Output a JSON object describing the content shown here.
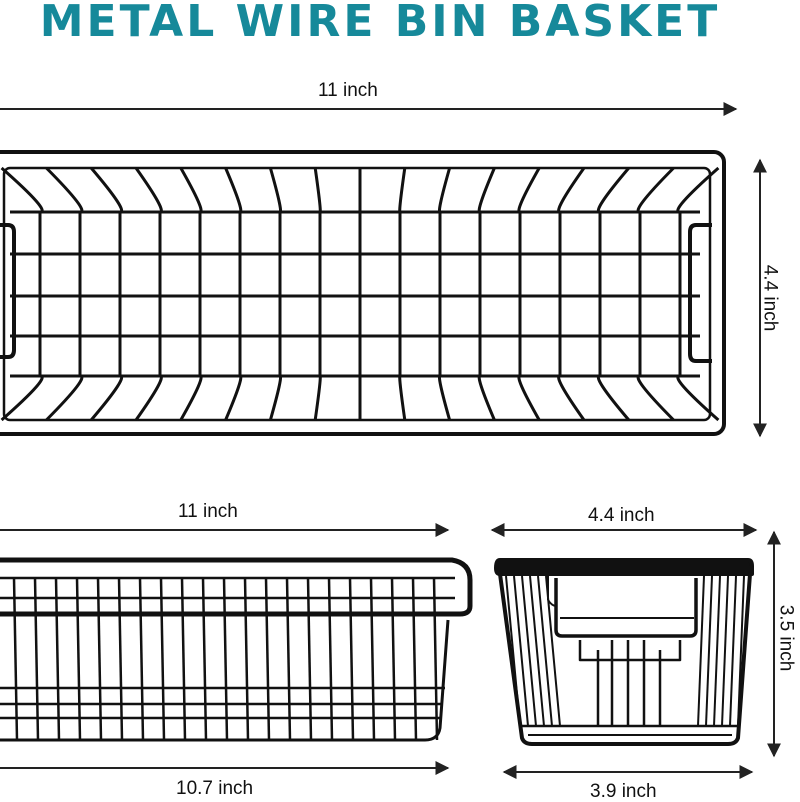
{
  "title": "METAL WIRE BIN BASKET",
  "dimensions": {
    "top_length": "11 inch",
    "top_width": "4.4 inch",
    "side_length_top": "11 inch",
    "side_length_bottom": "10.7 inch",
    "end_width_top": "4.4 inch",
    "end_height": "3.5 inch",
    "end_width_bottom": "3.9 inch"
  },
  "colors": {
    "title": "#16899a",
    "wire": "#111111"
  }
}
